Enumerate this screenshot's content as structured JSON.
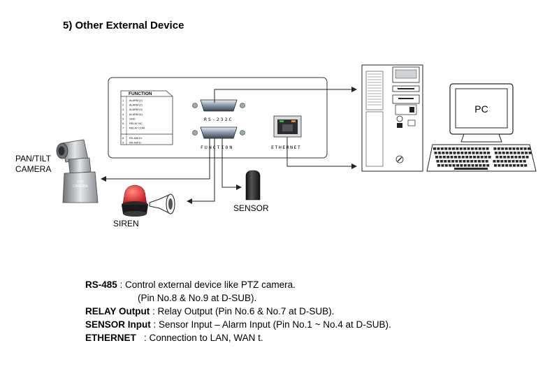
{
  "title": "5) Other External Device",
  "panel": {
    "function_table": {
      "header": "FUNCTION",
      "rows": [
        {
          "num": "1",
          "label": "ALARM (1)"
        },
        {
          "num": "2",
          "label": "ALARM (2)"
        },
        {
          "num": "3",
          "label": "ALARM (3)"
        },
        {
          "num": "4",
          "label": "ALARM (4)"
        },
        {
          "num": "5",
          "label": "GND"
        },
        {
          "num": "6",
          "label": "RELAY NC"
        },
        {
          "num": "7",
          "label": "RELAY COM"
        },
        {
          "num": "8",
          "label": "RS-485 D+"
        },
        {
          "num": "9",
          "label": "RS-485 D-"
        }
      ]
    },
    "rs232c_label": "RS-232C",
    "function_label": "FUNCTION",
    "ethernet_label": "ETHERNET"
  },
  "devices": {
    "pc_label": "PC",
    "camera_label_line1": "PAN/TILT",
    "camera_label_line2": "CAMERA",
    "camera_badge_line1": "PTZ",
    "camera_badge_line2": "CAMERA",
    "siren_label": "SIREN",
    "sensor_label": "SENSOR"
  },
  "descriptions": {
    "rs485": {
      "term": "RS-485",
      "text": "  : Control external device like PTZ camera.",
      "text2": "(Pin No.8 & No.9 at D-SUB)."
    },
    "relay": {
      "term": "RELAY Output",
      "text": " : Relay Output (Pin No.6 & No.7 at D-SUB)."
    },
    "sensor": {
      "term": "SENSOR Input",
      "text": " : Sensor Input – Alarm Input (Pin No.1 ~ No.4 at D-SUB)."
    },
    "ethernet": {
      "term": "ETHERNET",
      "text": "   : Connection to LAN, WAN t."
    }
  },
  "colors": {
    "siren_red": "#d8201f",
    "ethernet_led_green": "#3fae3f",
    "ethernet_led_orange": "#f08a24"
  }
}
